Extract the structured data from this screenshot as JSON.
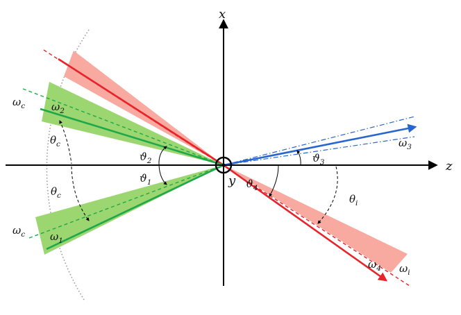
{
  "axes": {
    "x_label": "x",
    "z_label": "z",
    "y_label": "y"
  },
  "labels": {
    "omega_c_top": {
      "main": "ω",
      "sub": "c"
    },
    "omega_c_bottom": {
      "main": "ω",
      "sub": "c"
    },
    "omega_1": {
      "main": "ω",
      "sub": "1"
    },
    "omega_2": {
      "main": "ω",
      "sub": "2"
    },
    "omega_3": {
      "main": "ω",
      "sub": "3"
    },
    "omega_4": {
      "main": "ω",
      "sub": "4"
    },
    "omega_i": {
      "main": "ω",
      "sub": "i"
    },
    "theta_c_top": {
      "main": "θ",
      "sub": "c"
    },
    "theta_c_bottom": {
      "main": "θ",
      "sub": "c"
    },
    "theta_i": {
      "main": "θ",
      "sub": "i"
    },
    "vartheta_1": {
      "main": "ϑ",
      "sub": "1"
    },
    "vartheta_2": {
      "main": "ϑ",
      "sub": "2"
    },
    "vartheta_3": {
      "main": "ϑ",
      "sub": "3"
    },
    "vartheta_4": {
      "main": "ϑ",
      "sub": "4"
    }
  },
  "colors": {
    "red_line": "#e8232a",
    "red_fill": "#f8a9a0",
    "green_line": "#1fa84a",
    "green_fill": "#9bd670",
    "blue_line": "#2765cf",
    "axis": "#000000",
    "arc_dotted": "#9a9a9a"
  }
}
